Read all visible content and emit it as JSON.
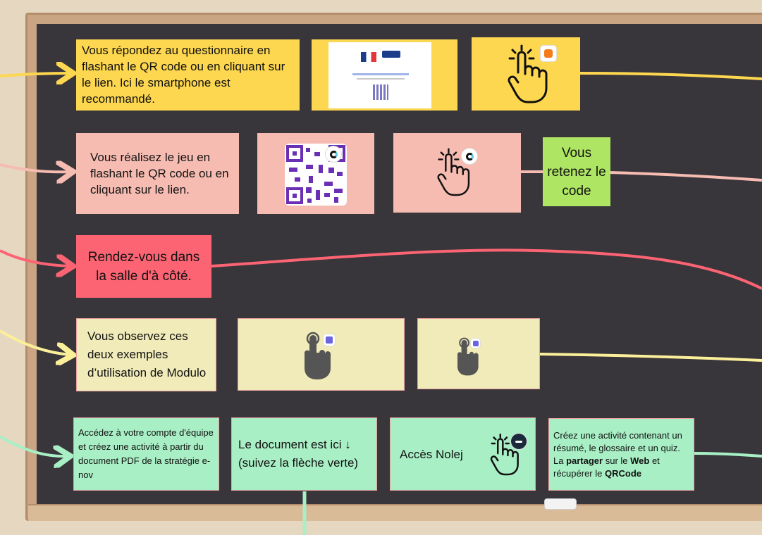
{
  "rows": {
    "row1": {
      "instruction": "Vous répondez au questionnaire en flashant le QR code ou en cliquant sur le lien. Ici le smartphone est recommandé."
    },
    "row2": {
      "instruction": "Vous réalisez le jeu en flashant le QR code ou en cliquant sur le lien.",
      "code_note": "Vous retenez le code"
    },
    "row3": {
      "instruction": "Rendez-vous dans la salle d'à côté."
    },
    "row4": {
      "instruction": "Vous observez ces deux exemples d’utilisation de Modulo"
    },
    "row5": {
      "account": "Accédez à votre compte d'équipe et créez une activité à partir du document PDF de la stratégie e-nov",
      "document": "Le document est ici ↓ (suivez la flèche verte)",
      "nolej": "Accès Nolej",
      "create": {
        "line1": "Créez une activité contenant un résumé, le glossaire et un quiz.",
        "l2_a": "La ",
        "l2_b": "partager",
        "l2_c": " sur le ",
        "l2_d": "Web",
        "l2_e": " et",
        "l3_a": "récupérer le ",
        "l3_b": "QRCode"
      }
    }
  },
  "colors": {
    "yellow": "#fdd74f",
    "pink": "#f6bcb1",
    "red": "#fc6473",
    "cream": "#f0ebb8",
    "mint": "#a9efc5",
    "lime": "#aee562",
    "board": "#38353b"
  }
}
